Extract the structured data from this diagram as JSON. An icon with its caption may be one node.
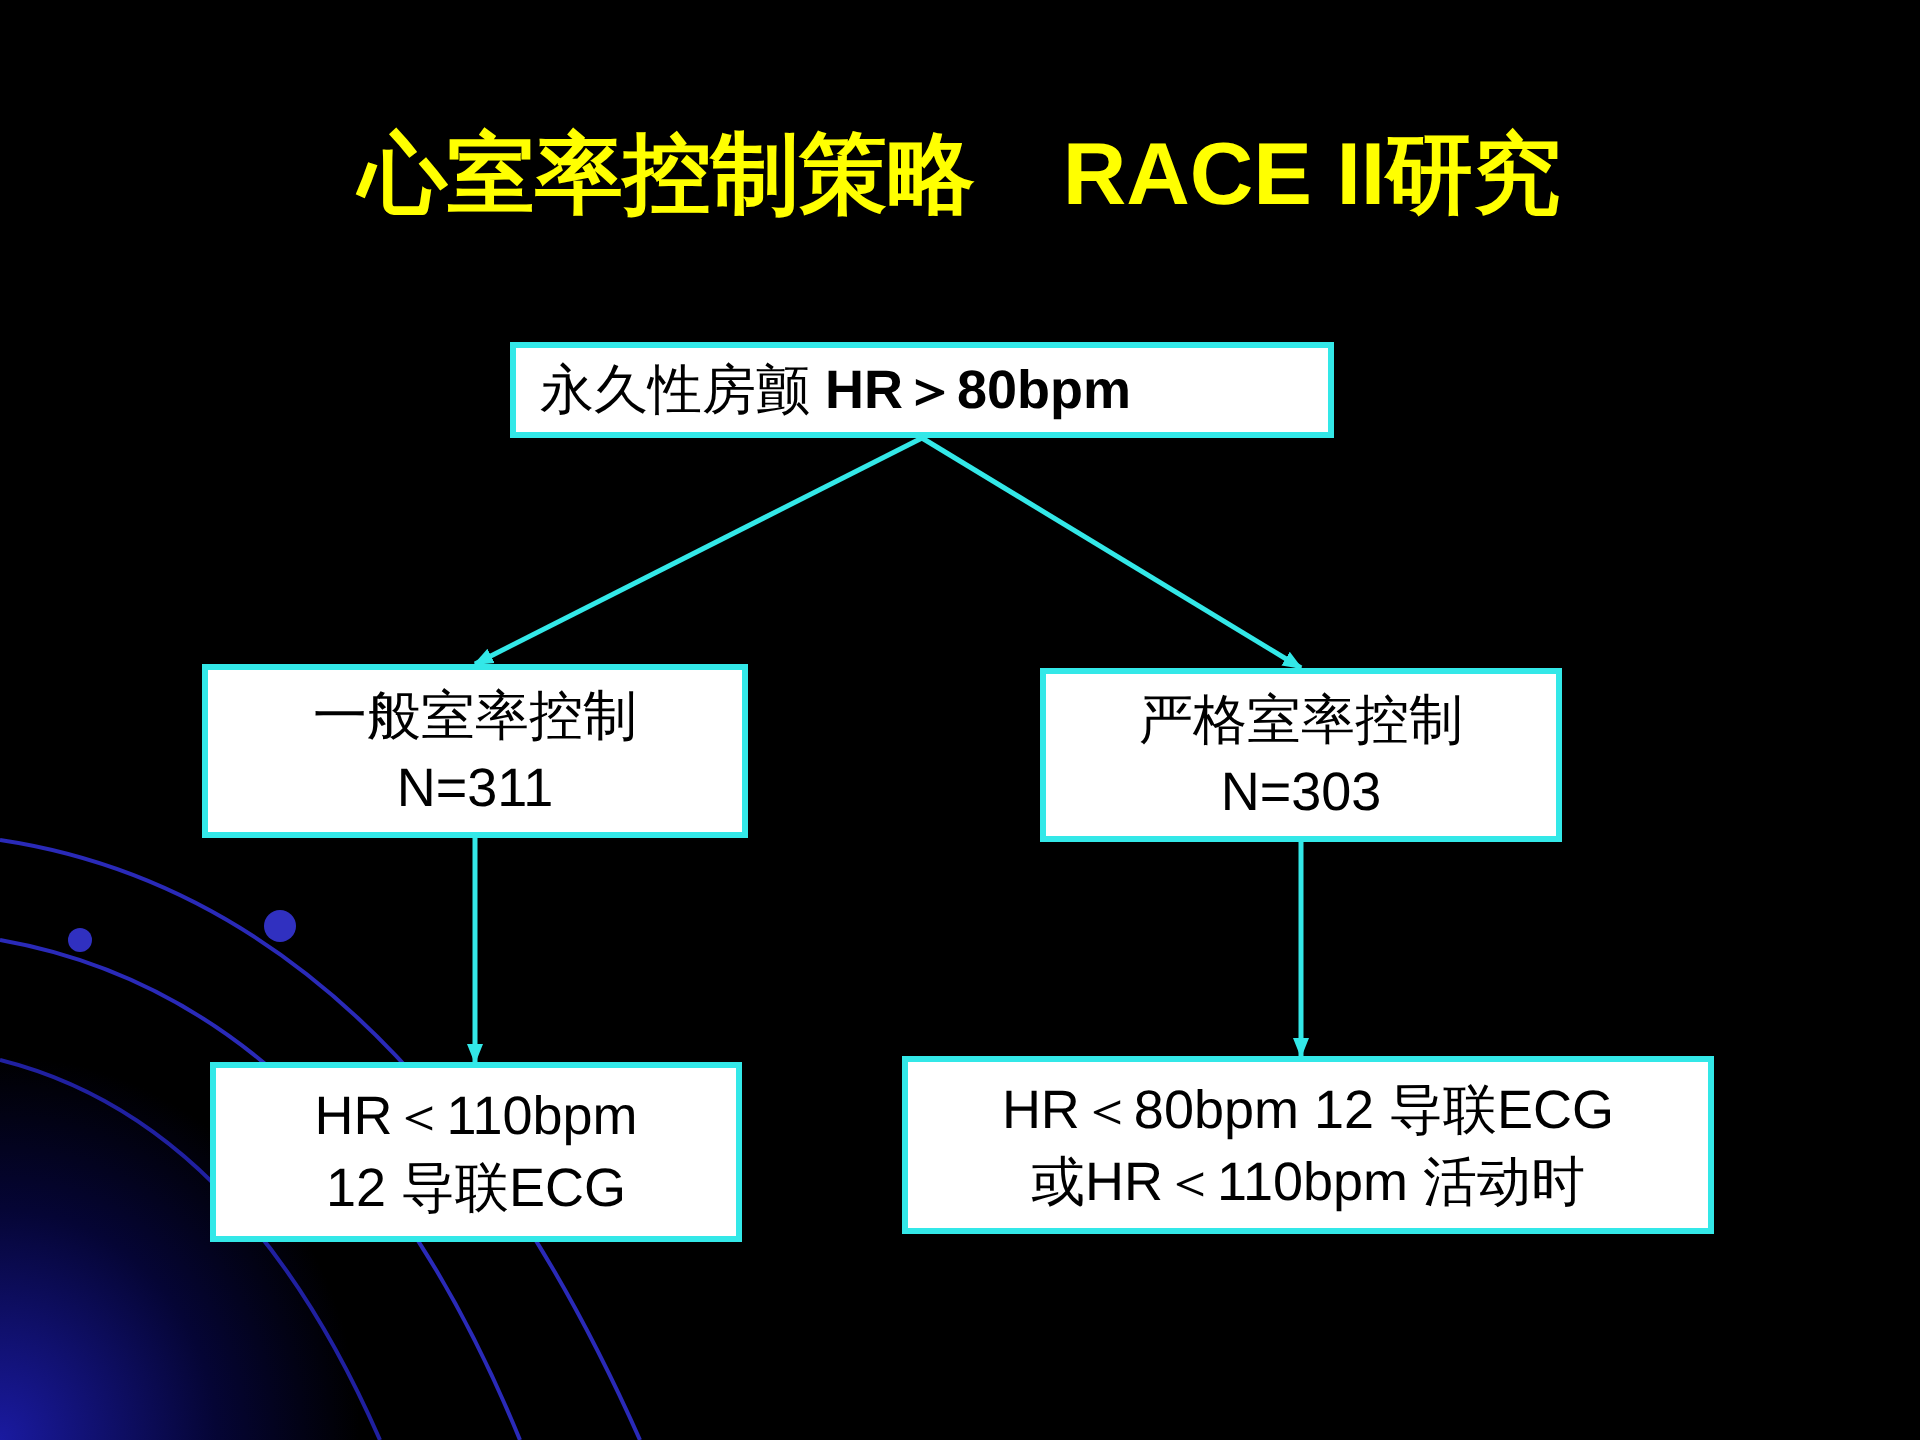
{
  "diagram": {
    "title": "心室率控制策略　RACE II研究",
    "nodes": [
      {
        "text": [
          "永久性房颤 **HR＞80bpm**"
        ]
      },
      {
        "text": [
          "一般室率控制",
          "N=311"
        ]
      },
      {
        "text": [
          "严格室率控制",
          "N=303"
        ]
      },
      {
        "text": [
          "HR＜110bpm",
          "12 导联ECG"
        ]
      },
      {
        "text": [
          "HR＜80bpm 12 导联ECG",
          "或HR＜110bpm  活动时"
        ]
      }
    ],
    "edges": [
      {
        "from": 0,
        "to": 1,
        "arrow": "to",
        "color": "#33e8e8"
      },
      {
        "from": 0,
        "to": 2,
        "arrow": "to",
        "color": "#33e8e8"
      },
      {
        "from": 1,
        "to": 3,
        "arrow": "to",
        "color": "#33e8e8"
      },
      {
        "from": 2,
        "to": 4,
        "arrow": "to",
        "color": "#33e8e8"
      }
    ]
  }
}
